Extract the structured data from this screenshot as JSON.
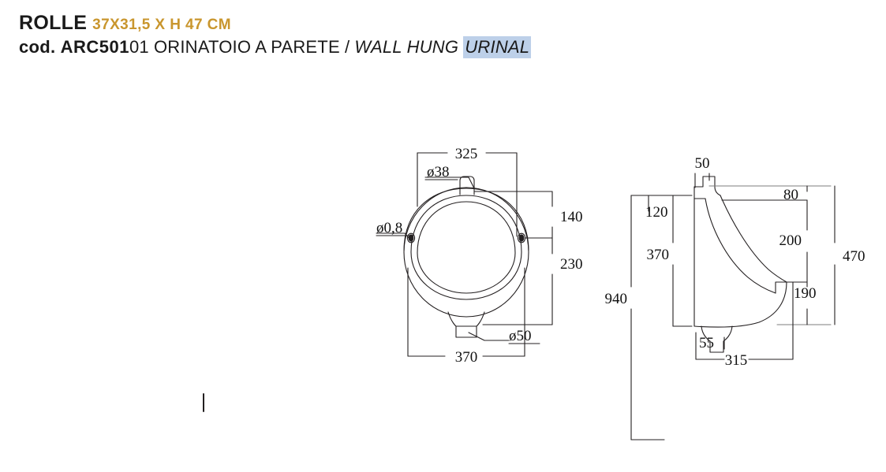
{
  "header": {
    "product_name": "ROLLE",
    "product_dimensions": "37X31,5 X H 47 CM",
    "code_prefix": "cod.",
    "code_bold": "ARC501",
    "code_rest": "01",
    "description_it": "ORINATOIO A PARETE",
    "separator": "/",
    "description_en_1": "WALL HUNG",
    "description_en_2": "URINAL",
    "accent_color": "#C9962E",
    "highlight_color": "#BDD0E9",
    "text_color": "#1a1a1a"
  },
  "drawing": {
    "line_color": "#231f20",
    "front_view": {
      "name": "front-view",
      "dimensions": {
        "width_rim": "325",
        "inlet_diameter": "ø38",
        "fixing_hole_diameter": "ø0,8",
        "height_upper": "140",
        "height_lower": "230",
        "outlet_diameter": "ø50",
        "width_overall": "370"
      }
    },
    "side_view": {
      "name": "side-view",
      "dimensions": {
        "inlet_width": "50",
        "offset_top": "120",
        "body_height": "370",
        "floor_height": "940",
        "top_to_rim": "80",
        "rim_to_bowl": "200",
        "overall_height": "470",
        "bowl_bottom": "190",
        "outlet_width": "55",
        "depth": "315"
      }
    }
  }
}
